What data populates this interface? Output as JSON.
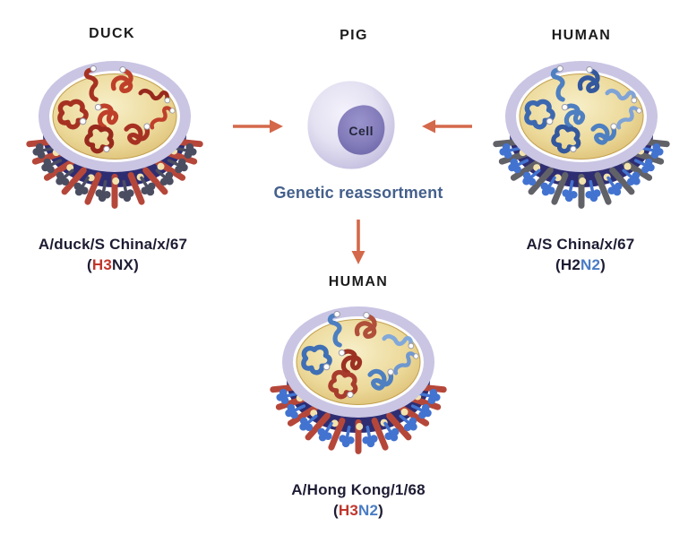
{
  "diagram": {
    "genetic_label": "Genetic reassortment",
    "cell_label": "Cell"
  },
  "panels": {
    "duck": {
      "title": "DUCK",
      "strain": "A/duck/S China/x/67",
      "subtype_parts": [
        {
          "text": "(",
          "color": "#1d1c33"
        },
        {
          "text": "H3",
          "color": "#c0362b"
        },
        {
          "text": "NX",
          "color": "#1d1c33"
        },
        {
          "text": ")",
          "color": "#1d1c33"
        }
      ],
      "virus": {
        "rod_color": "#b5473a",
        "cluster_color": "#4b4d61",
        "rna_colors": [
          "#a63122",
          "#bf402a",
          "#98291d",
          "#a63122",
          "#bf402a",
          "#98291d",
          "#a63122",
          "#bf402a"
        ]
      }
    },
    "pig": {
      "title": "PIG"
    },
    "human": {
      "title": "HUMAN",
      "strain": "A/S China/x/67",
      "subtype_parts": [
        {
          "text": "(H2",
          "color": "#1d1c33"
        },
        {
          "text": "N2",
          "color": "#4a7cc4"
        },
        {
          "text": ")",
          "color": "#1d1c33"
        }
      ],
      "virus": {
        "rod_color": "#616168",
        "cluster_color": "#4273d0",
        "rna_colors": [
          "#4d7fc1",
          "#33589e",
          "#7fa3d7",
          "#3c68b0",
          "#4d7fc1",
          "#33589e",
          "#4d7fc1",
          "#7fa3d7"
        ]
      }
    },
    "reassortant": {
      "title": "HUMAN",
      "strain": "A/Hong Kong/1/68",
      "subtype_parts": [
        {
          "text": "(",
          "color": "#1d1c33"
        },
        {
          "text": "H3",
          "color": "#c0362b"
        },
        {
          "text": "N2",
          "color": "#4a7cc4"
        },
        {
          "text": ")",
          "color": "#1d1c33"
        }
      ],
      "virus": {
        "rod_color": "#b5473a",
        "cluster_color": "#4273d0",
        "rna_colors": [
          "#4d7fc1",
          "#b0503a",
          "#82a8da",
          "#3f6fb5",
          "#9c3122",
          "#a83c2c",
          "#4d7fc1",
          "#6f97d0"
        ]
      }
    }
  },
  "colors": {
    "arrow": "#d4684a",
    "genetic_text": "#44608c",
    "label_dark": "#1d1c33",
    "band": "#2e2d72",
    "ring": "#c9c5e3",
    "ring_inner": "#fdfdfe",
    "yolk_light": "#f7efc9",
    "yolk_mid": "#ecd99a",
    "yolk_dark": "#d6b464",
    "yolk_rim": "#c2a04f",
    "dot": "#f2e2ad",
    "subtype_red": "#c0362b",
    "subtype_blue": "#4a7cc4"
  }
}
